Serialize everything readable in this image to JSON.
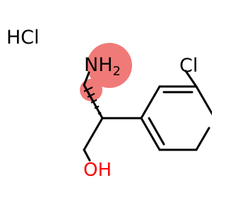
{
  "molecule": {
    "salt": "HCl",
    "amine": {
      "text": "NH",
      "subscript": "2"
    },
    "chlorine": "Cl",
    "hydroxyl": "OH"
  },
  "colors": {
    "bond": "#000000",
    "heteroatom_label": "#ff0000",
    "text": "#000000",
    "highlight": "#f07a78"
  }
}
